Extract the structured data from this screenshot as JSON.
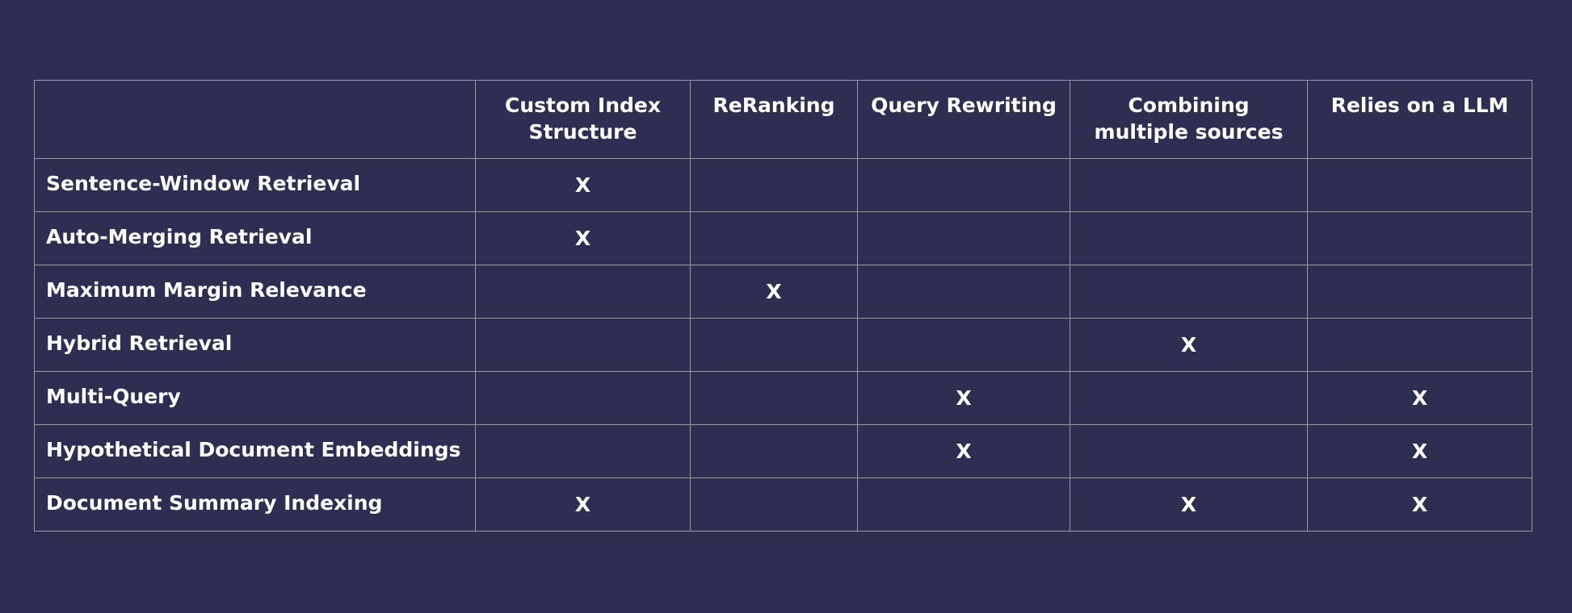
{
  "table": {
    "headers": [
      {
        "label": "",
        "lines": []
      },
      {
        "label": "Custom Index Structure",
        "lines": [
          "Custom Index",
          "Structure"
        ]
      },
      {
        "label": "ReRanking",
        "lines": [
          "ReRanking"
        ]
      },
      {
        "label": "Query Rewriting",
        "lines": [
          "Query Rewriting"
        ]
      },
      {
        "label": "Combining multiple sources",
        "lines": [
          "Combining",
          "multiple sources"
        ]
      },
      {
        "label": "Relies on a LLM",
        "lines": [
          "Relies on a LLM"
        ]
      }
    ],
    "rows": [
      {
        "label": "Sentence-Window Retrieval",
        "cells": [
          "X",
          "",
          "",
          "",
          ""
        ]
      },
      {
        "label": "Auto-Merging Retrieval",
        "cells": [
          "X",
          "",
          "",
          "",
          ""
        ]
      },
      {
        "label": "Maximum Margin Relevance",
        "cells": [
          "",
          "X",
          "",
          "",
          ""
        ]
      },
      {
        "label": "Hybrid Retrieval",
        "cells": [
          "",
          "",
          "",
          "X",
          ""
        ]
      },
      {
        "label": "Multi-Query",
        "cells": [
          "",
          "",
          "X",
          "",
          "X"
        ]
      },
      {
        "label": "Hypothetical Document Embeddings",
        "cells": [
          "",
          "",
          "X",
          "",
          "X"
        ]
      },
      {
        "label": "Document Summary Indexing",
        "cells": [
          "X",
          "",
          "",
          "X",
          "X"
        ]
      }
    ]
  },
  "colors": {
    "background": "#2d2e51",
    "text": "#ffffff",
    "border": "#9a9aa8"
  }
}
